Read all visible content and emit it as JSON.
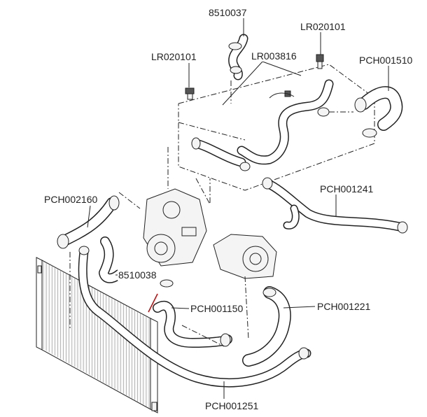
{
  "diagram": {
    "part_numbers": {
      "hose_top_8510037": "8510037",
      "bleed_screw_right": "LR020101",
      "bleed_screw_left": "LR020101",
      "expansion_hose": "LR003816",
      "radiator_upper_hose": "PCH001510",
      "thermostat_hose": "PCH002160",
      "bypass_hose": "PCH001241",
      "hose_8510038": "8510038",
      "lower_hose_left": "PCH001150",
      "lower_hose_right": "PCH001221",
      "radiator_bottom_hose": "PCH001251"
    },
    "highlight_color": "#cc0000"
  }
}
